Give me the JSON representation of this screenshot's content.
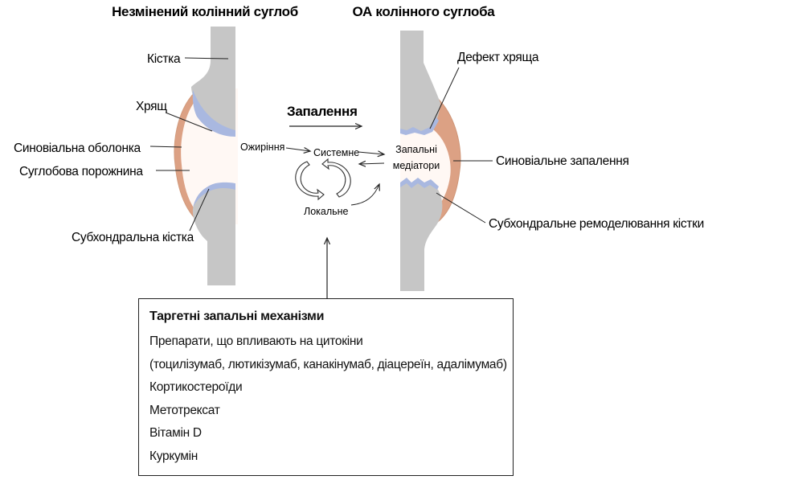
{
  "titles": {
    "normal": "Незмінений колінний суглоб",
    "oa": "ОА колінного суглоба"
  },
  "left_labels": {
    "bone": "Кістка",
    "cartilage": "Хрящ",
    "synovium": "Синовіальна оболонка",
    "joint_cavity": "Суглобова порожнина",
    "subchondral_bone": "Субхондральна кістка"
  },
  "right_labels": {
    "cartilage_defect": "Дефект хряща",
    "synovial_inflammation": "Синовіальне запалення",
    "subchondral_remodeling": "Субхондральне ремоделювання кістки"
  },
  "center": {
    "inflammation": "Запалення",
    "obesity": "Ожиріння",
    "systemic": "Системне",
    "local": "Локальне",
    "mediators_line1": "Запальні",
    "mediators_line2": "медіатори"
  },
  "info_box": {
    "title": "Таргетні запальні механізми",
    "items": [
      "Препарати, що впливають на цитокіни",
      "(тоцилізумаб, лютикізумаб, канакінумаб, діацереїн, адалімумаб)",
      "Кортикостероїди",
      "Метотрексат",
      "Вітамін D",
      "Куркумін"
    ]
  },
  "colors": {
    "bone": "#c6c6c6",
    "cartilage": "#a9b8e0",
    "synovium": "#dca184",
    "cavity": "#fff8f4",
    "line": "#222222"
  }
}
